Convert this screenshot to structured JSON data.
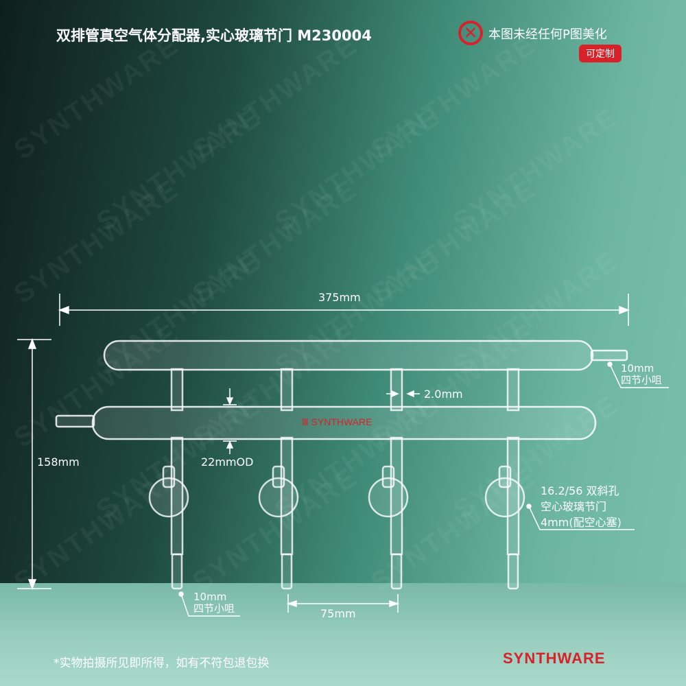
{
  "header": {
    "title": "双排管真空气体分配器,实心玻璃节门 M230004",
    "notice": "本图未经任何P图美化",
    "custom_badge": "可定制"
  },
  "dimensions": {
    "length": "375mm",
    "height": "158mm",
    "wall": "2.0mm",
    "tube_od": "22mmOD",
    "spacing": "75mm",
    "hose_right": {
      "size": "10mm",
      "desc": "四节小咀"
    },
    "hose_bottom": {
      "size": "10mm",
      "desc": "四节小咀"
    },
    "stopcock": {
      "line1": "16.2/56 双斜孔",
      "line2": "空心玻璃节门",
      "line3": "4mm(配空心塞)"
    }
  },
  "footer": {
    "note": "*实物拍摄所见即所得，如有不符包退包换",
    "brand": "SYNTHWARE"
  },
  "watermark": "SYNTHWARE",
  "colors": {
    "brand_red": "#d8222a"
  }
}
